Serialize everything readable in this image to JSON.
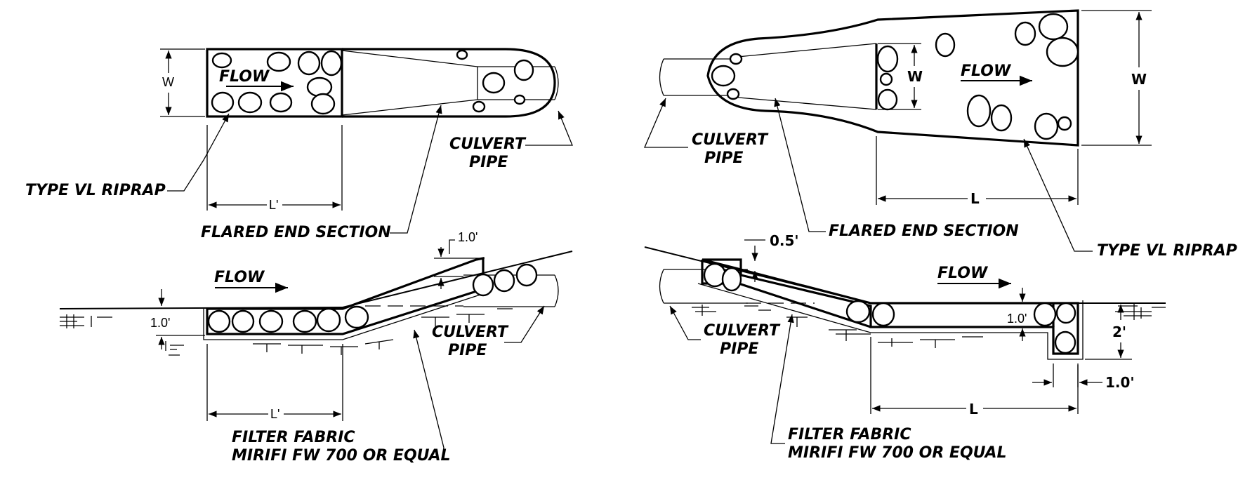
{
  "left_plan": {
    "flow": "FLOW",
    "width_dim": "W",
    "length_dim": "L'",
    "culvert_pipe": [
      "CULVERT",
      "PIPE"
    ],
    "riprap": "TYPE VL RIPRAP",
    "flared_end": "FLARED END SECTION"
  },
  "left_profile": {
    "flow": "FLOW",
    "top_dim": "1.0'",
    "thickness_dim": "1.0'",
    "length_dim": "L'",
    "culvert_pipe": [
      "CULVERT",
      "PIPE"
    ],
    "filter_fabric": [
      "FILTER FABRIC",
      "MIRIFI FW 700 OR EQUAL"
    ]
  },
  "right_plan": {
    "flow": "FLOW",
    "width_small": "W",
    "width_large": "W",
    "length_dim": "L",
    "culvert_pipe": [
      "CULVERT",
      "PIPE"
    ],
    "flared_end": "FLARED END SECTION",
    "riprap": "TYPE VL RIPRAP"
  },
  "right_profile": {
    "flow": "FLOW",
    "top_dim": "0.5'",
    "thickness_dim": "1.0'",
    "depth_dim": "2'",
    "toe_width_dim": "1.0'",
    "length_dim": "L",
    "culvert_pipe": [
      "CULVERT",
      "PIPE"
    ],
    "filter_fabric": [
      "FILTER FABRIC",
      "MIRIFI FW 700 OR EQUAL"
    ]
  }
}
